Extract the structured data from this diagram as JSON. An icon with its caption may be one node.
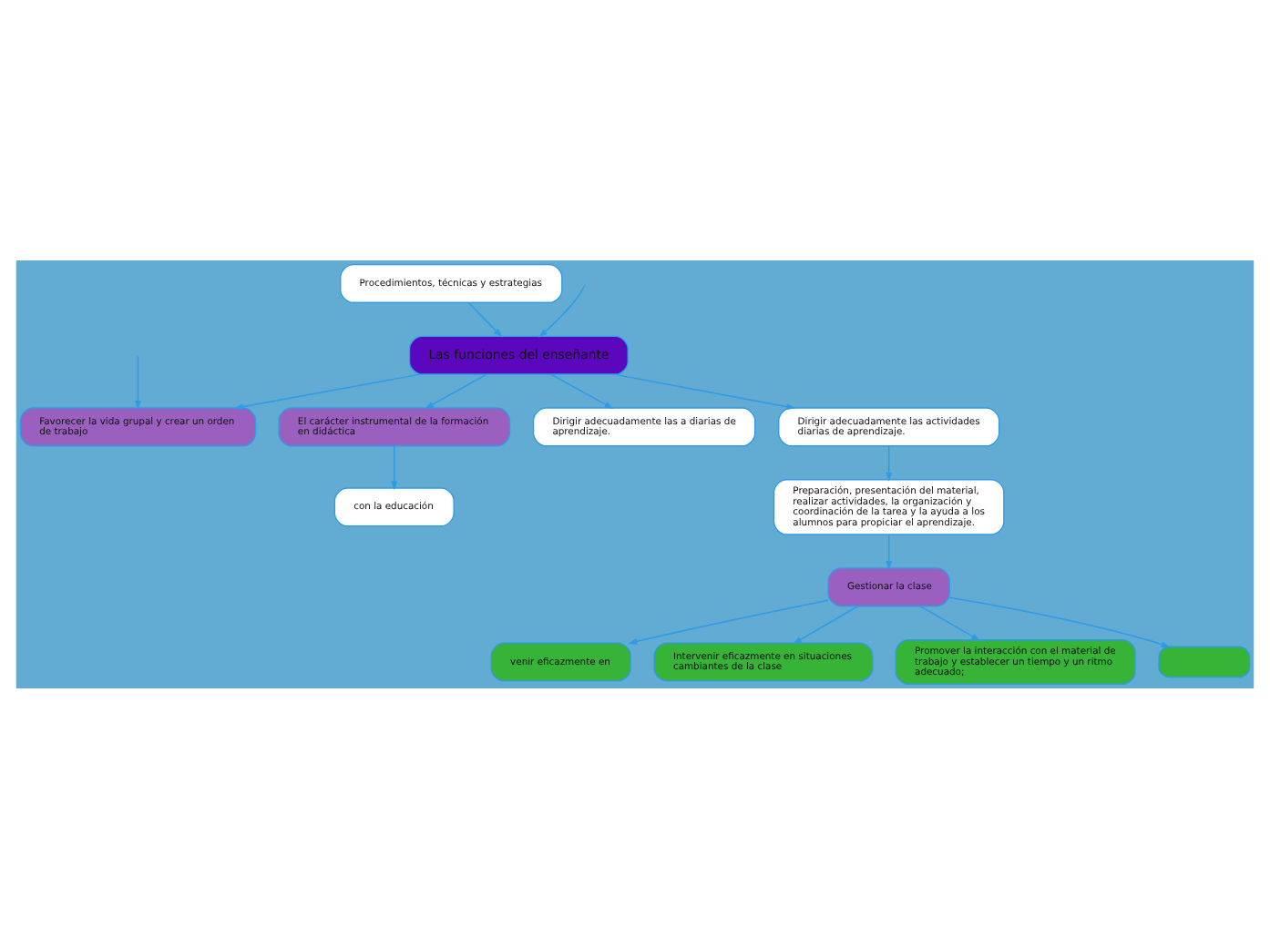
{
  "diagram": {
    "nodes": [
      {
        "text": [
          "con la educación"
        ]
      },
      {
        "text": [
          "El carácter instrumental de la formación en didáctica"
        ]
      },
      {
        "text": [
          "Favorecer la vida grupal y crear un orden de trabajo"
        ]
      },
      {
        "text": [
          "Procedimientos, técnicas y estrategias"
        ]
      },
      {
        "text": [
          "Dirigir adecuadamente las a diarias de aprendizaje."
        ]
      },
      {
        "text": [
          "Las funciones del enseñante"
        ]
      },
      {
        "text": [
          "Dirigir adecuadamente las actividades diarias de aprendizaje."
        ]
      },
      {
        "text": [
          "Preparación, presentación del material, realizar actividades, la organización y coordinación de la tarea y la ayuda a los alumnos para propiciar el aprendizaje."
        ]
      },
      {
        "text": [
          "Gestionar la clase"
        ]
      },
      {
        "text": [
          "venir eficazmente en"
        ]
      },
      {
        "text": [
          "Intervenir eficazmente en situaciones cambiantes de la clase"
        ]
      },
      {
        "text": [
          "Promover la interacción con el material de trabajo y establecer un tiempo y un ritmo adecuado;"
        ]
      },
      {
        "text": [],
        "shape": "box"
      }
    ],
    "edges": [
      {
        "from": 1,
        "to": 0,
        "arrow": "to"
      },
      {
        "from": 5,
        "to": 1,
        "arrow": "to"
      },
      {
        "from": 5,
        "to": 2,
        "arrow": "to"
      },
      {
        "from": null,
        "to": 2,
        "arrow": "to"
      },
      {
        "from": 3,
        "to": 5,
        "arrow": "to"
      },
      {
        "from": 5,
        "to": 4,
        "arrow": "to"
      },
      {
        "from": null,
        "to": 5,
        "arrow": "to"
      },
      {
        "from": 5,
        "to": 6,
        "arrow": "to"
      },
      {
        "from": 6,
        "to": 7,
        "arrow": "to"
      },
      {
        "from": 7,
        "to": 8,
        "arrow": "to"
      },
      {
        "from": 8,
        "to": 9,
        "arrow": "to"
      },
      {
        "from": 8,
        "to": 10,
        "arrow": "to"
      },
      {
        "from": 8,
        "to": 11,
        "arrow": "to"
      },
      {
        "from": 8,
        "to": 12,
        "arrow": "to"
      }
    ]
  }
}
